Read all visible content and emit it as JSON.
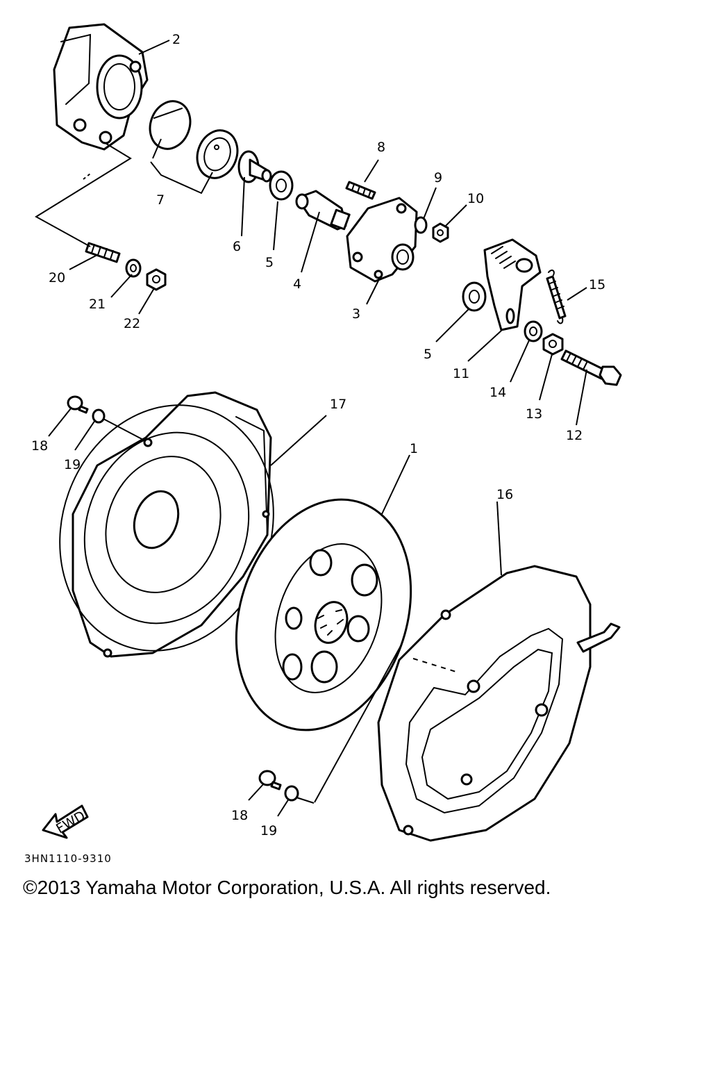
{
  "diagram": {
    "diagram_code": "3HN1110-9310",
    "fwd_label": "FWD",
    "copyright": "©2013 Yamaha Motor Corporation, U.S.A. All rights reserved.",
    "callouts": [
      {
        "id": "c2",
        "label": "2"
      },
      {
        "id": "c7",
        "label": "7"
      },
      {
        "id": "c6",
        "label": "6"
      },
      {
        "id": "c5a",
        "label": "5"
      },
      {
        "id": "c4",
        "label": "4"
      },
      {
        "id": "c8",
        "label": "8"
      },
      {
        "id": "c9",
        "label": "9"
      },
      {
        "id": "c10",
        "label": "10"
      },
      {
        "id": "c3",
        "label": "3"
      },
      {
        "id": "c20",
        "label": "20"
      },
      {
        "id": "c21",
        "label": "21"
      },
      {
        "id": "c22",
        "label": "22"
      },
      {
        "id": "c15",
        "label": "15"
      },
      {
        "id": "c5b",
        "label": "5"
      },
      {
        "id": "c11",
        "label": "11"
      },
      {
        "id": "c14",
        "label": "14"
      },
      {
        "id": "c13",
        "label": "13"
      },
      {
        "id": "c12",
        "label": "12"
      },
      {
        "id": "c17",
        "label": "17"
      },
      {
        "id": "c18a",
        "label": "18"
      },
      {
        "id": "c19a",
        "label": "19"
      },
      {
        "id": "c1",
        "label": "1"
      },
      {
        "id": "c16",
        "label": "16"
      },
      {
        "id": "c18b",
        "label": "18"
      },
      {
        "id": "c19b",
        "label": "19"
      }
    ]
  }
}
